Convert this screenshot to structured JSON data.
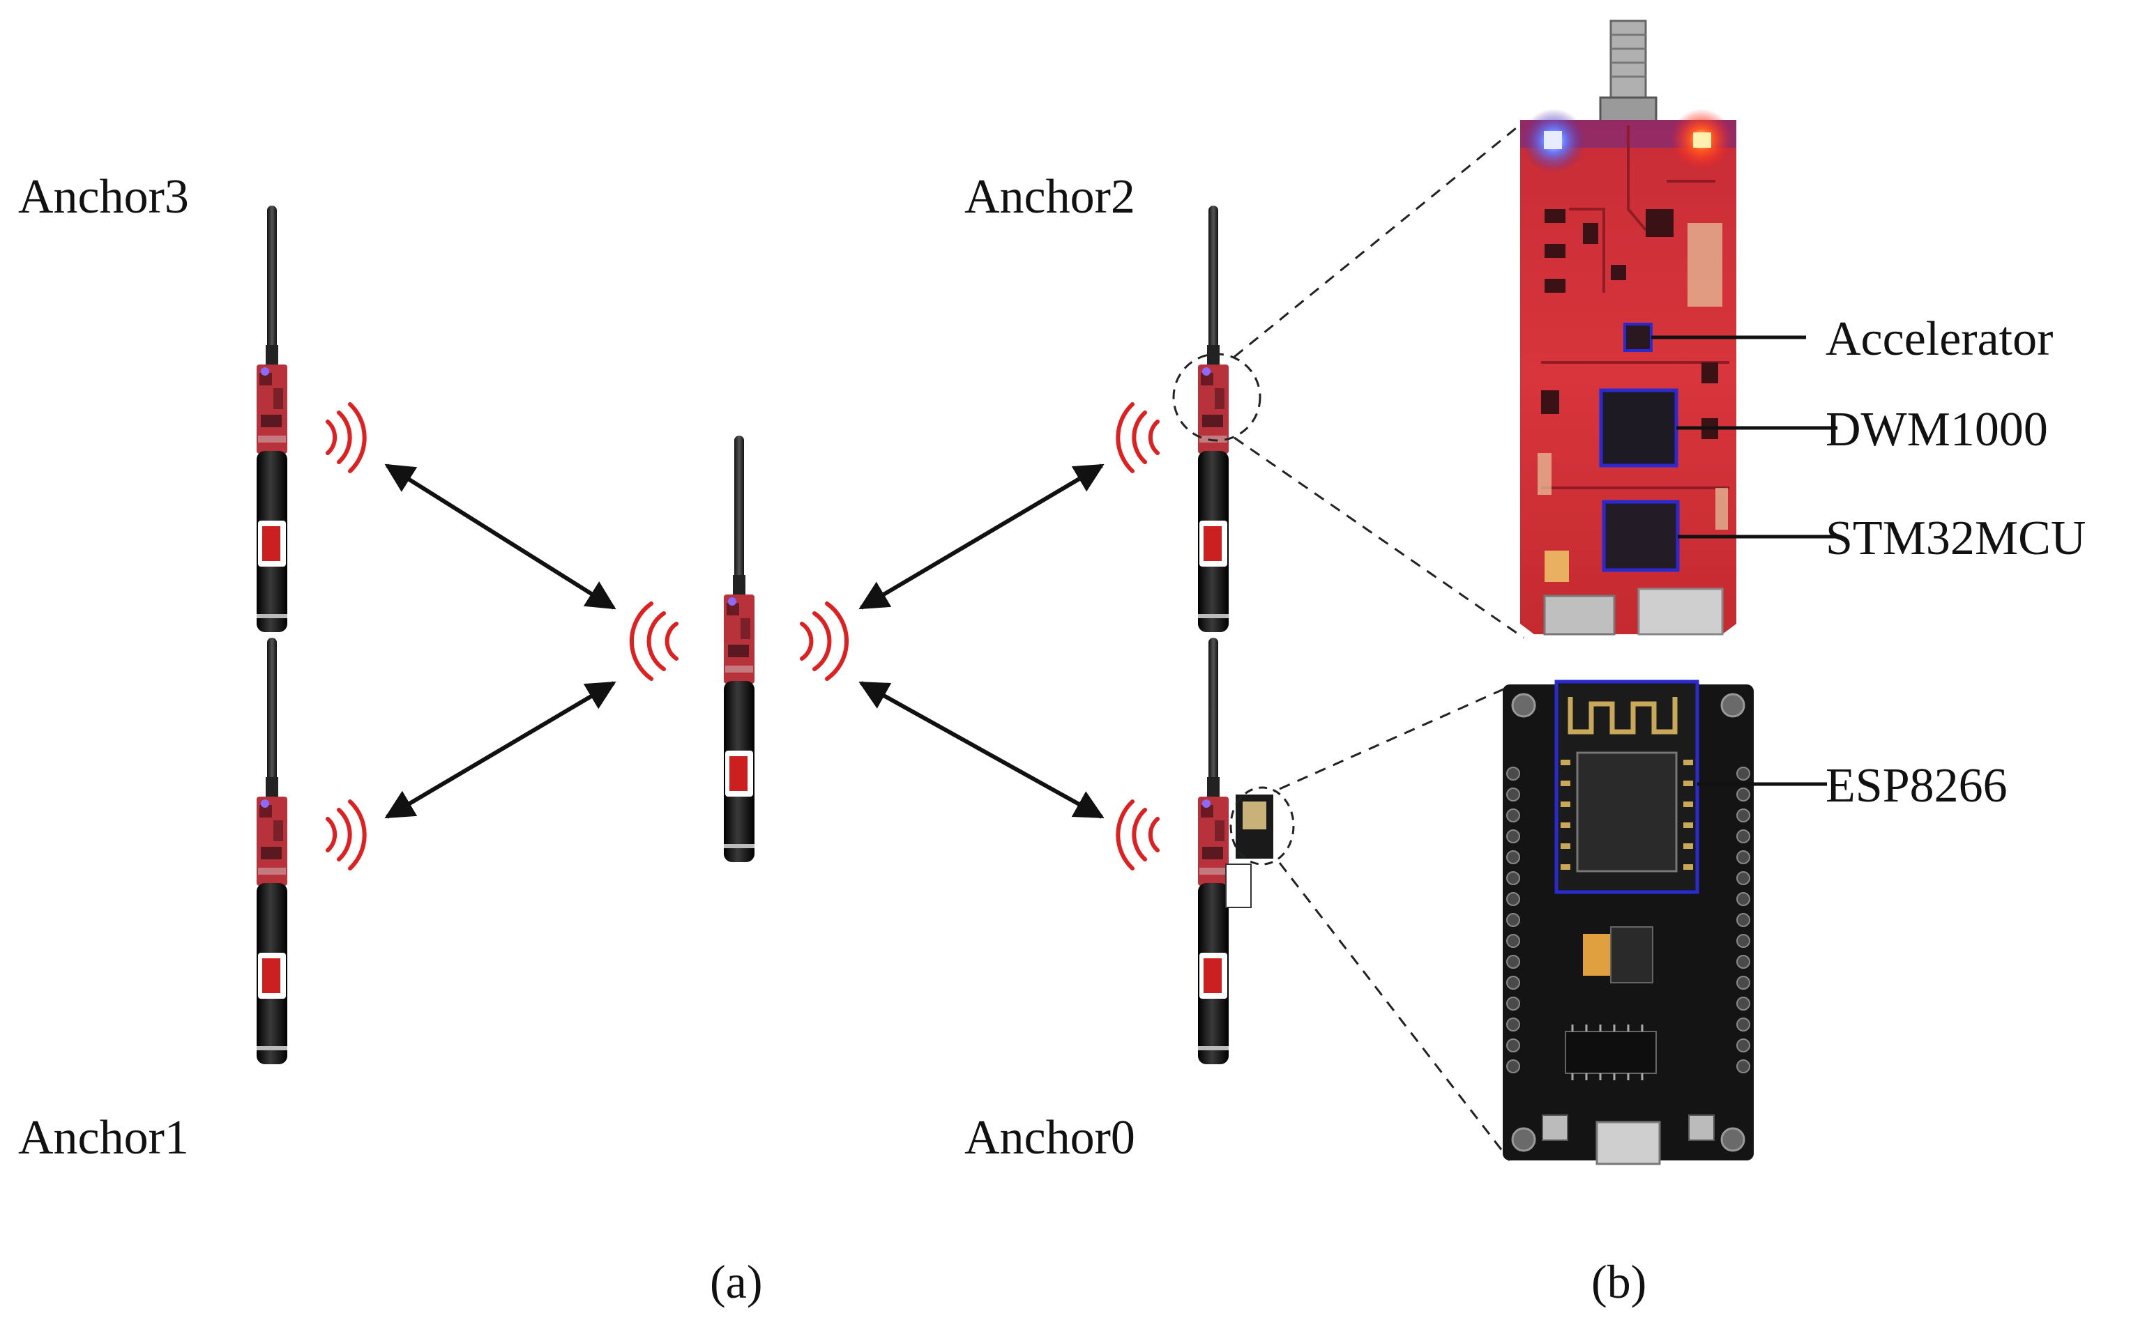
{
  "figure": {
    "anchors": {
      "anchor3": "Anchor3",
      "anchor2": "Anchor2",
      "anchor1": "Anchor1",
      "anchor0": "Anchor0"
    },
    "components": {
      "accelerator": "Accelerator",
      "dwm1000": "DWM1000",
      "stm32mcu": "STM32MCU",
      "esp8266": "ESP8266"
    },
    "subfigure_labels": {
      "a": "(a)",
      "b": "(b)"
    },
    "colors": {
      "pcb_red": "#d9323a",
      "pcb_dark": "#141414",
      "signal": "#e02020",
      "highlight_box": "#2a2ad0",
      "led_blue": "#4a63ff",
      "led_red": "#ff3a1a"
    }
  }
}
